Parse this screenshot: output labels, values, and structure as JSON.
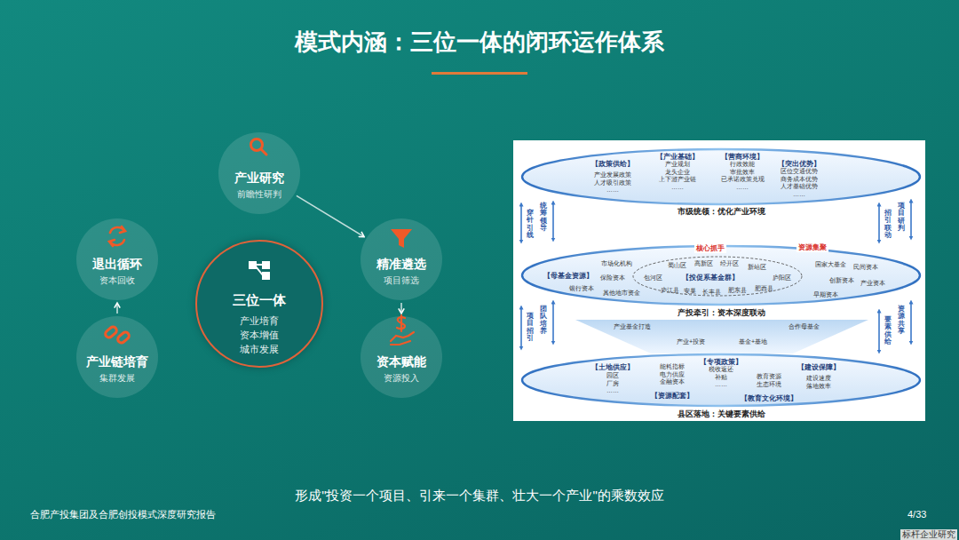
{
  "diagram": {
    "title": "模式内涵：三位一体的闭环运作体系",
    "caption": "形成\"投资一个项目、引来一个集群、壮大一个产业\"的乘数效应",
    "nodes": [
      {
        "text": [
          "产业研究",
          "前瞻性研判"
        ]
      },
      {
        "text": [
          "退出循环",
          "资本回收"
        ]
      },
      {
        "text": [
          "精准遴选",
          "项目筛选"
        ]
      },
      {
        "text": [
          "三位一体",
          "产业培育 资本增值 城市发展"
        ]
      },
      {
        "text": [
          "产业链培育",
          "集群发展"
        ]
      },
      {
        "text": [
          "资本赋能",
          "资源投入"
        ]
      },
      {
        "text": [
          "【政策供给】",
          "产业发展政策 人才吸引政策 ……",
          "【产业基础】",
          "产业规划 龙头企业 上下游产业链 ……",
          "【营商环境】",
          "行政效能 审批效率 已承诺政策兑现 ……",
          "【突出优势】",
          "区位交通优势 商务成本优势 人才基础优势 ……",
          "市级统领：优化产业环境"
        ]
      },
      {
        "text": [
          "核心抓手",
          "资源集聚",
          "市场化机构",
          "【母基金资源】",
          "保险资本",
          "银行资本",
          "其他地市资金",
          "国家大基金",
          "民间资本",
          "创新资本",
          "产业资本",
          "早期资本",
          "产投牵引：资本深度联动"
        ]
      },
      {
        "text": [
          "蜀山区",
          "高新区",
          "经开区",
          "新站区",
          "包河区",
          "【投促系基金群】",
          "庐阳区",
          "庐江县",
          "安巢",
          "长丰县",
          "肥东县",
          "肥西县"
        ],
        "in": 7
      },
      {
        "text": [
          "产业基金打造",
          "合作母基金",
          "产业+投资",
          "基金+基地"
        ]
      },
      {
        "text": [
          "【土地供应】",
          "园区 厂房 ……",
          "能耗指标 电力供应 金融资本",
          "【资源配套】",
          "【专项政策】",
          "税收返还 补贴 ……",
          "教育资源 生态环境",
          "【教育文化环境】",
          "【建设保障】",
          "建设速度 落地效率",
          "县区落地：关键要素供给"
        ]
      }
    ],
    "edges": [
      {
        "from": 0,
        "to": 2,
        "arrow": "to"
      },
      {
        "from": 2,
        "to": 5,
        "arrow": "to"
      },
      {
        "from": 4,
        "to": 1,
        "arrow": "to"
      }
    ],
    "labels": [
      "穿针引线",
      "统筹领导",
      "项目招引",
      "团队培养",
      "招引联动",
      "项目研判",
      "要素供给",
      "资源共享",
      "合肥产投集团及合肥创投模式深度研究报告",
      "4/33",
      "标杆企业研究"
    ]
  }
}
